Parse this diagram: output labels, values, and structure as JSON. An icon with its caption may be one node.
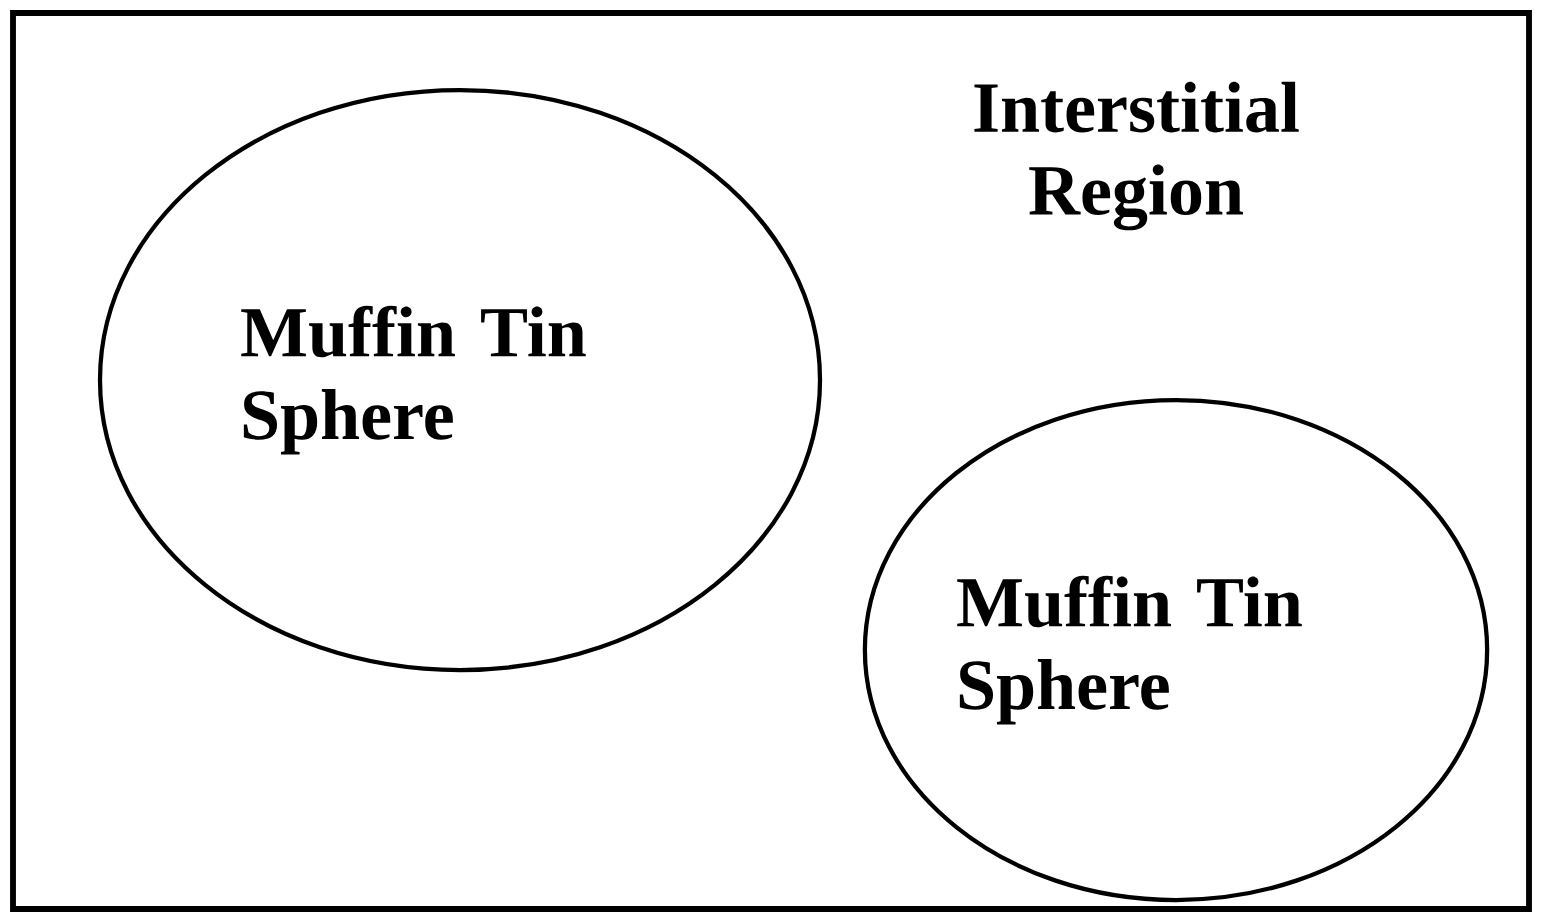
{
  "diagram": {
    "nodes": [
      {
        "text": [
          "Interstitial Region"
        ]
      },
      {
        "text": [
          "Muffin Tin Sphere"
        ],
        "in": 0
      },
      {
        "text": [
          "Muffin Tin Sphere"
        ],
        "in": 0
      }
    ]
  }
}
